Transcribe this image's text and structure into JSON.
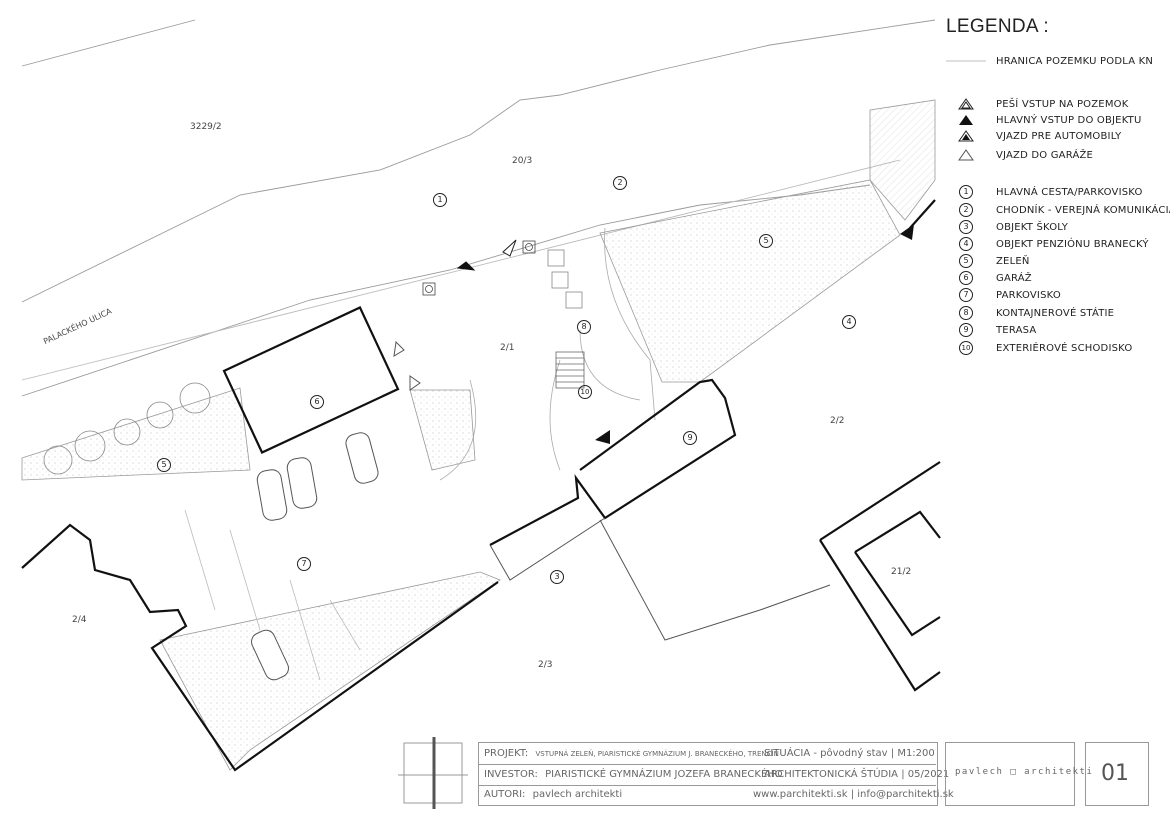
{
  "legend": {
    "title": "LEGENDA :",
    "boundary": "HRANICA POZEMKU PODLA KN",
    "symbols": [
      {
        "label": "PEŠÍ VSTUP NA POZEMOK",
        "icon": "double-outline-triangle-icon"
      },
      {
        "label": "HLAVNÝ VSTUP DO OBJEKTU",
        "icon": "filled-triangle-icon"
      },
      {
        "label": "VJAZD PRE AUTOMOBILY",
        "icon": "outlined-filled-triangle-icon"
      },
      {
        "label": "VJAZD DO GARÁŽE",
        "icon": "outline-triangle-icon"
      }
    ],
    "items": [
      {
        "num": "1",
        "label": "HLAVNÁ CESTA/PARKOVISKO"
      },
      {
        "num": "2",
        "label": "CHODNÍK - VEREJNÁ KOMUNIKÁCIA"
      },
      {
        "num": "3",
        "label": "OBJEKT ŠKOLY"
      },
      {
        "num": "4",
        "label": "OBJEKT PENZIÓNU BRANECKÝ"
      },
      {
        "num": "5",
        "label": "ZELEŇ"
      },
      {
        "num": "6",
        "label": "GARÁŽ"
      },
      {
        "num": "7",
        "label": "PARKOVISKO"
      },
      {
        "num": "8",
        "label": "KONTAJNEROVÉ STÁTIE"
      },
      {
        "num": "9",
        "label": "TERASA"
      },
      {
        "num": "10",
        "label": "EXTERIÉROVÉ SCHODISKO"
      }
    ]
  },
  "plan": {
    "parcels": {
      "p3229_2": "3229/2",
      "p20_3": "20/3",
      "p2_1": "2/1",
      "p2_2": "2/2",
      "p21_2": "21/2",
      "p2_4": "2/4",
      "p2_3": "2/3"
    },
    "street": "PALACKÉHO ULICA",
    "markers": [
      "1",
      "2",
      "3",
      "4",
      "5",
      "5",
      "6",
      "7",
      "8",
      "9",
      "10"
    ]
  },
  "title_block": {
    "project_label": "PROJEKT:",
    "project": "VSTUPNÁ ZELEŇ, PIARISTICKÉ GYMNÁZIUM J. BRANECKÉHO, TRENČÍN",
    "sheet": "SITUÁCIA - pôvodný stav | M1:200",
    "investor_label": "INVESTOR:",
    "investor": "PIARISTICKÉ GYMNÁZIUM JOZEFA BRANECKÉHO",
    "study": "ARCHITEKTONICKÁ ŠTÚDIA | 05/2021",
    "authors_label": "AUTORI:",
    "authors": "pavlech architekti",
    "contact": "www.parchitekti.sk | info@parchitekti.sk",
    "logo": "pavlech □ architekti",
    "sheet_number": "01"
  }
}
